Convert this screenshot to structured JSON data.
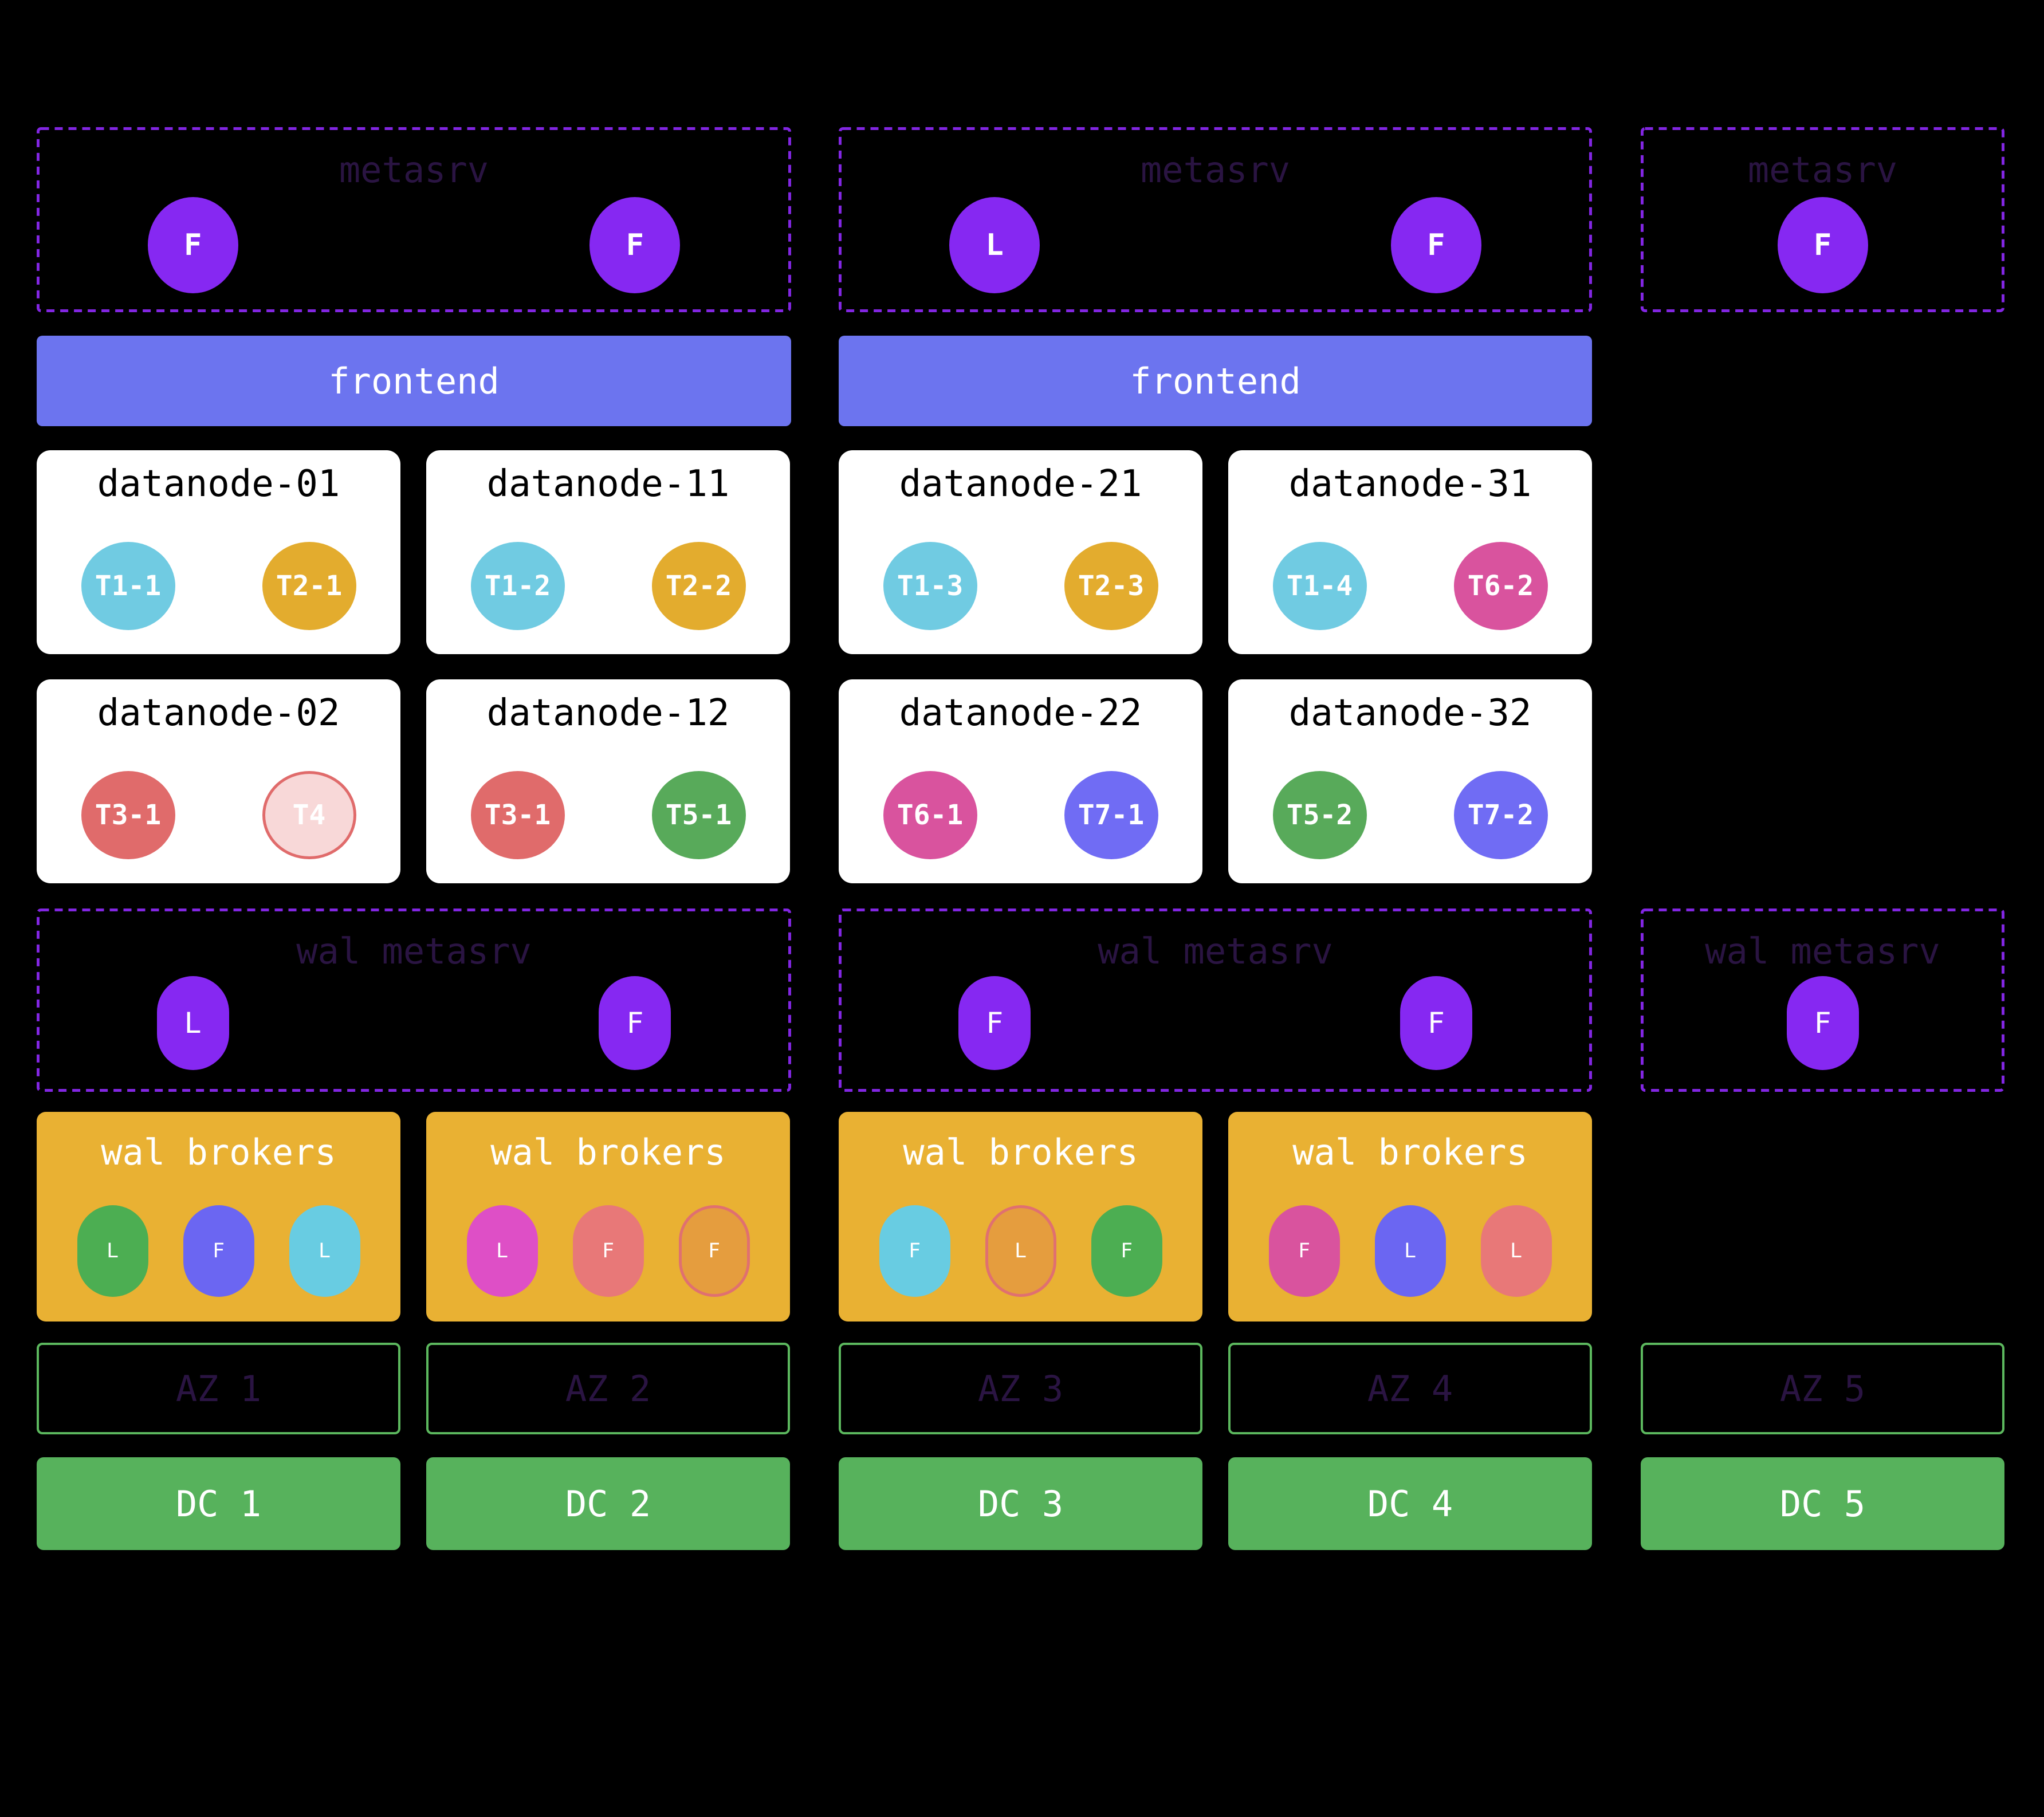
{
  "colors": {
    "background": "#000000",
    "purple_node": "#8628f2",
    "purple_dash": "#8226e2",
    "dark_label": "#2a1442",
    "frontend_bar": "#6c74ef",
    "datanode_box": "#ffffff",
    "datanode_title": "#000000",
    "cyan": "#70cbe2",
    "yellow": "#e3ac2e",
    "magenta": "#d9539e",
    "fuchsia": "#de4fc6",
    "salmon": "#e06b6b",
    "pink_faded": "#f8d8d8",
    "green": "#58aa5a",
    "indigo": "#706cf4",
    "orange": "#e59d3e",
    "broker_green": "#4cae52",
    "broker_cyan": "#68cce2",
    "broker_indigo": "#6b66f2",
    "broker_salmon": "#e87878",
    "broker_border_red": "#e07070",
    "broker_box": "#e9b133",
    "az_border": "#5cb85e",
    "dc_fill": "#57b25c",
    "white": "#ffffff"
  },
  "metasrv_groups": [
    {
      "title": "metasrv",
      "nodes": [
        {
          "label": "F"
        },
        {
          "label": "F"
        }
      ]
    },
    {
      "title": "metasrv",
      "nodes": [
        {
          "label": "L"
        },
        {
          "label": "F"
        }
      ]
    },
    {
      "title": "metasrv",
      "nodes": [
        {
          "label": "F"
        }
      ]
    }
  ],
  "frontend_bars": [
    {
      "label": "frontend"
    },
    {
      "label": "frontend"
    }
  ],
  "datanodes": [
    [
      {
        "title": "datanode-01",
        "shards": [
          {
            "label": "T1-1",
            "color": "cyan"
          },
          {
            "label": "T2-1",
            "color": "yellow"
          }
        ]
      },
      {
        "title": "datanode-11",
        "shards": [
          {
            "label": "T1-2",
            "color": "cyan"
          },
          {
            "label": "T2-2",
            "color": "yellow"
          }
        ]
      },
      {
        "title": "datanode-21",
        "shards": [
          {
            "label": "T1-3",
            "color": "cyan"
          },
          {
            "label": "T2-3",
            "color": "yellow"
          }
        ]
      },
      {
        "title": "datanode-31",
        "shards": [
          {
            "label": "T1-4",
            "color": "cyan"
          },
          {
            "label": "T6-2",
            "color": "magenta"
          }
        ]
      }
    ],
    [
      {
        "title": "datanode-02",
        "shards": [
          {
            "label": "T3-1",
            "color": "salmon"
          },
          {
            "label": "T4",
            "color": "pink_faded",
            "border": "salmon"
          }
        ]
      },
      {
        "title": "datanode-12",
        "shards": [
          {
            "label": "T3-1",
            "color": "salmon"
          },
          {
            "label": "T5-1",
            "color": "green"
          }
        ]
      },
      {
        "title": "datanode-22",
        "shards": [
          {
            "label": "T6-1",
            "color": "magenta"
          },
          {
            "label": "T7-1",
            "color": "indigo"
          }
        ]
      },
      {
        "title": "datanode-32",
        "shards": [
          {
            "label": "T5-2",
            "color": "green"
          },
          {
            "label": "T7-2",
            "color": "indigo"
          }
        ]
      }
    ]
  ],
  "wal_metasrv_groups": [
    {
      "title": "wal metasrv",
      "nodes": [
        {
          "label": "L"
        },
        {
          "label": "F"
        }
      ]
    },
    {
      "title": "wal metasrv",
      "nodes": [
        {
          "label": "F"
        },
        {
          "label": "F"
        }
      ]
    },
    {
      "title": "wal metasrv",
      "nodes": [
        {
          "label": "F"
        }
      ]
    }
  ],
  "wal_brokers": [
    {
      "title": "wal brokers",
      "nodes": [
        {
          "label": "L",
          "color": "broker_green"
        },
        {
          "label": "F",
          "color": "broker_indigo"
        },
        {
          "label": "L",
          "color": "broker_cyan"
        }
      ]
    },
    {
      "title": "wal brokers",
      "nodes": [
        {
          "label": "L",
          "color": "fuchsia"
        },
        {
          "label": "F",
          "color": "broker_salmon"
        },
        {
          "label": "F",
          "color": "orange",
          "border": "broker_border_red"
        }
      ]
    },
    {
      "title": "wal brokers",
      "nodes": [
        {
          "label": "F",
          "color": "broker_cyan"
        },
        {
          "label": "L",
          "color": "orange",
          "border": "broker_border_red"
        },
        {
          "label": "F",
          "color": "broker_green"
        }
      ]
    },
    {
      "title": "wal brokers",
      "nodes": [
        {
          "label": "F",
          "color": "magenta"
        },
        {
          "label": "L",
          "color": "broker_indigo"
        },
        {
          "label": "L",
          "color": "broker_salmon"
        }
      ]
    }
  ],
  "az_zones": [
    {
      "label": "AZ 1"
    },
    {
      "label": "AZ 2"
    },
    {
      "label": "AZ 3"
    },
    {
      "label": "AZ 4"
    },
    {
      "label": "AZ 5"
    }
  ],
  "datacenters": [
    {
      "label": "DC 1"
    },
    {
      "label": "DC 2"
    },
    {
      "label": "DC 3"
    },
    {
      "label": "DC 4"
    },
    {
      "label": "DC 5"
    }
  ]
}
